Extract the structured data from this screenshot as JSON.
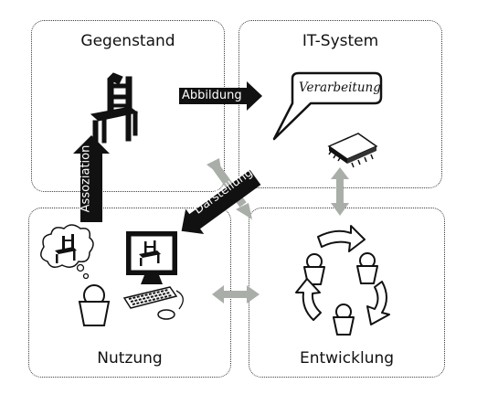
{
  "panels": {
    "gegenstand": "Gegenstand",
    "it_system": "IT-System",
    "nutzung": "Nutzung",
    "entwicklung": "Entwicklung"
  },
  "arrows": {
    "abbildung": "Abbildung",
    "assoziation": "Assoziation",
    "darstellung": "Darstellung"
  },
  "bubble": "Verarbeitung",
  "colors": {
    "arrow_black": "#111111",
    "arrow_grey": "#a9aea8",
    "border": "#3c3c3c"
  }
}
